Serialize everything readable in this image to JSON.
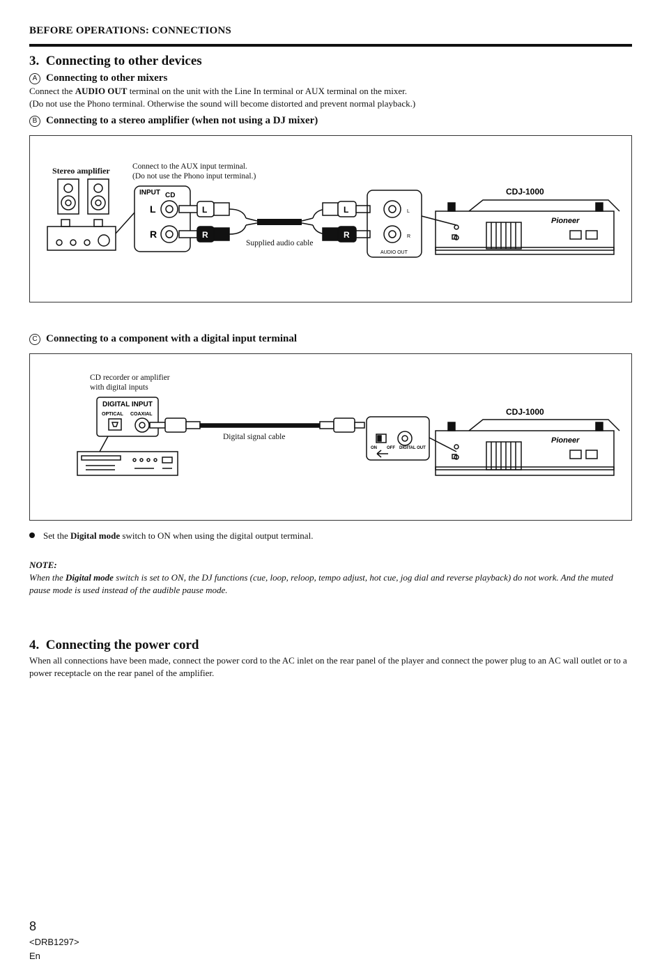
{
  "header": {
    "title": "BEFORE OPERATIONS: CONNECTIONS"
  },
  "section3": {
    "number": "3.",
    "title": "Connecting to other devices",
    "a": {
      "marker": "A",
      "title": "Connecting to other mixers",
      "line1_pre": "Connect the ",
      "line1_bold": "AUDIO OUT",
      "line1_post": " terminal on the unit with the Line In terminal or AUX terminal on the mixer.",
      "line2": "(Do not use the Phono terminal. Otherwise the sound will become distorted and prevent normal playback.)"
    },
    "b": {
      "marker": "B",
      "title": "Connecting to a stereo amplifier (when not using a DJ mixer)",
      "diagram": {
        "amp_label": "Stereo amplifier",
        "note1": "Connect to the AUX input terminal.",
        "note2": "(Do not use the Phono input terminal.)",
        "input_label": "INPUT",
        "cd_label": "CD",
        "left": "L",
        "right": "R",
        "cable_label": "Supplied audio cable",
        "audio_out": "AUDIO OUT",
        "device": "CDJ-1000",
        "brand": "Pioneer"
      }
    },
    "c": {
      "marker": "C",
      "title": "Connecting to a component with a digital input terminal",
      "diagram": {
        "recorder_label1": "CD recorder or amplifier",
        "recorder_label2": "with digital inputs",
        "digital_input": "DIGITAL INPUT",
        "optical": "OPTICAL",
        "coaxial": "COAXIAL",
        "cable_label": "Digital signal cable",
        "on": "ON",
        "off": "OFF",
        "digital_out": "DIGITAL OUT",
        "device": "CDJ-1000",
        "brand": "Pioneer"
      }
    },
    "bullet_pre": "Set the ",
    "bullet_bold": "Digital mode",
    "bullet_post": " switch to ON when using the digital output terminal.",
    "note_title": "NOTE:",
    "note_pre": "When the ",
    "note_bold": "Digital mode",
    "note_post": " switch is set to ON, the DJ functions (cue, loop, reloop, tempo adjust, hot cue, jog dial and reverse playback) do not work. And the muted pause mode is used instead of the audible pause mode."
  },
  "section4": {
    "number": "4.",
    "title": "Connecting the power cord",
    "body": "When all connections have been made, connect the power cord to the AC inlet on the rear panel of the player and connect the power plug to an AC wall outlet or to a power receptacle on the rear panel of the amplifier."
  },
  "footer": {
    "page": "8",
    "code": "<DRB1297>",
    "lang": "En"
  }
}
